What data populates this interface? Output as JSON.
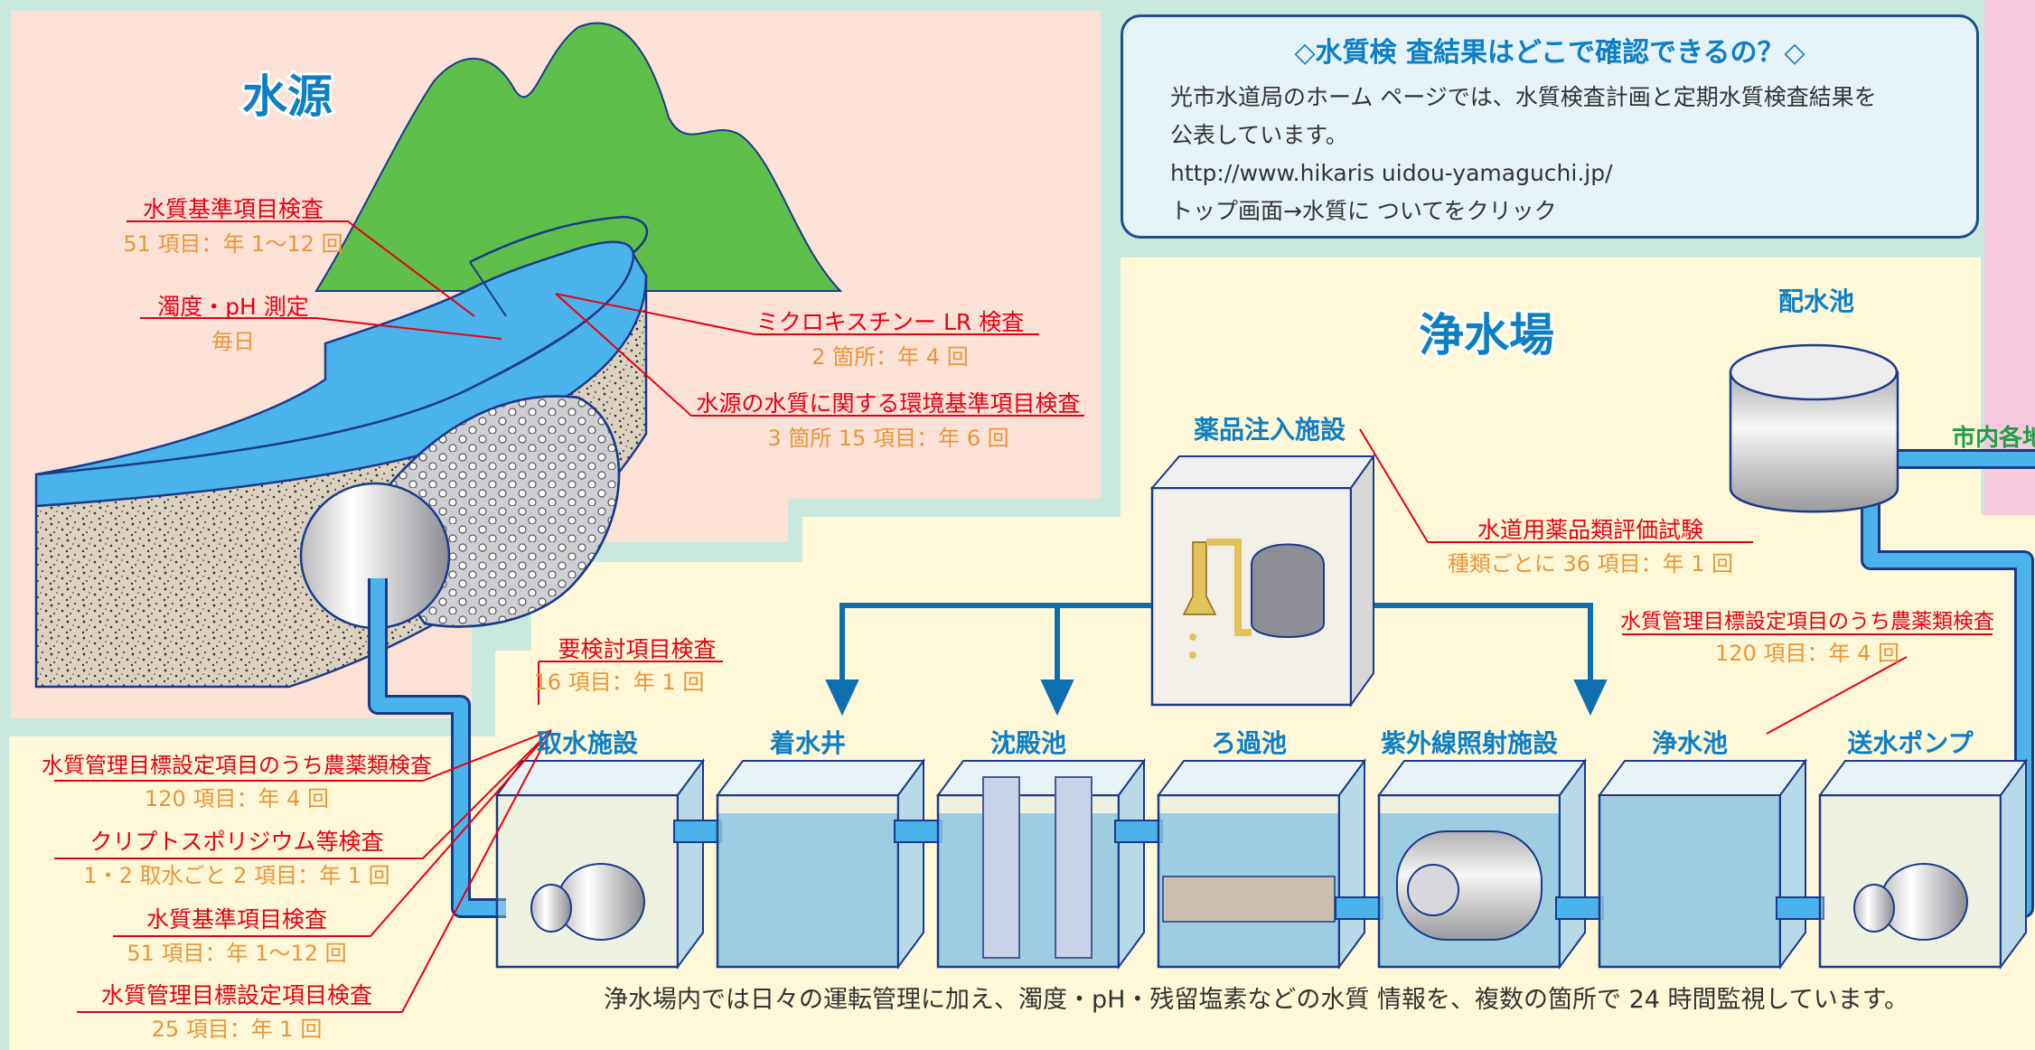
{
  "titles": {
    "source": "水源",
    "plant": "浄水場",
    "reservoir": "配水池"
  },
  "info": {
    "title": "◇水質検 査結果はどこで確認できるの？◇",
    "line1": "光市水道局のホーム ページでは、水質検査計画と定期水質検査結果を",
    "line2": "公表しています。",
    "url": "http://www.hikaris uidou-yamaguchi.jp/",
    "line4": "トップ画面→水質に ついてをクリック"
  },
  "source_labels": {
    "a_t": "水質基準項目検査",
    "a_s": "51 項目：年 1～12 回",
    "b_t": "濁度・pH 測定",
    "b_s": "毎日",
    "c_t": "ミクロキスチンー LR 検査",
    "c_s": "2 箇所：年 4 回",
    "d_t": "水源の水質に関する環境基準項目検査",
    "d_s": "3 箇所 15 項目：年 6 回"
  },
  "intake_labels": {
    "e_t": "要検討項目検査",
    "e_s": "16 項目：年 1 回",
    "f_t": "水質管理目標設定項目のうち農薬類検査",
    "f_s": "120 項目：年 4 回",
    "g_t": "クリプトスポリジウム等検査",
    "g_s": "1・2 取水ごと 2 項目：年 1 回",
    "h_t": "水質基準項目検査",
    "h_s": "51 項目：年 1～12 回",
    "i_t": "水質管理目標設定項目検査",
    "i_s": "25 項目：年 1 回"
  },
  "chem": {
    "name": "薬品注入施設",
    "t": "水道用薬品類評価試験",
    "s": "種類ごとに 36 項目：年 1 回"
  },
  "pure": {
    "t": "水質管理目標設定項目のうち農薬類検査",
    "s": "120 項目：年 4 回"
  },
  "to_city": "市内各地へ",
  "stages": [
    "取水施設",
    "着水井",
    "沈殿池",
    "ろ過池",
    "紫外線照射施設",
    "浄水池",
    "送水ポンプ"
  ],
  "footer": "浄水場内では日々の運転管理に加え、濁度・pH・残留塩素などの水質  情報を、複数の箇所で 24 時間監視しています。",
  "colors": {
    "red": "#e60012",
    "orange": "#e8963a",
    "blue": "#0e7fc4",
    "green": "#1ea048",
    "water": "#4ab3ec"
  }
}
